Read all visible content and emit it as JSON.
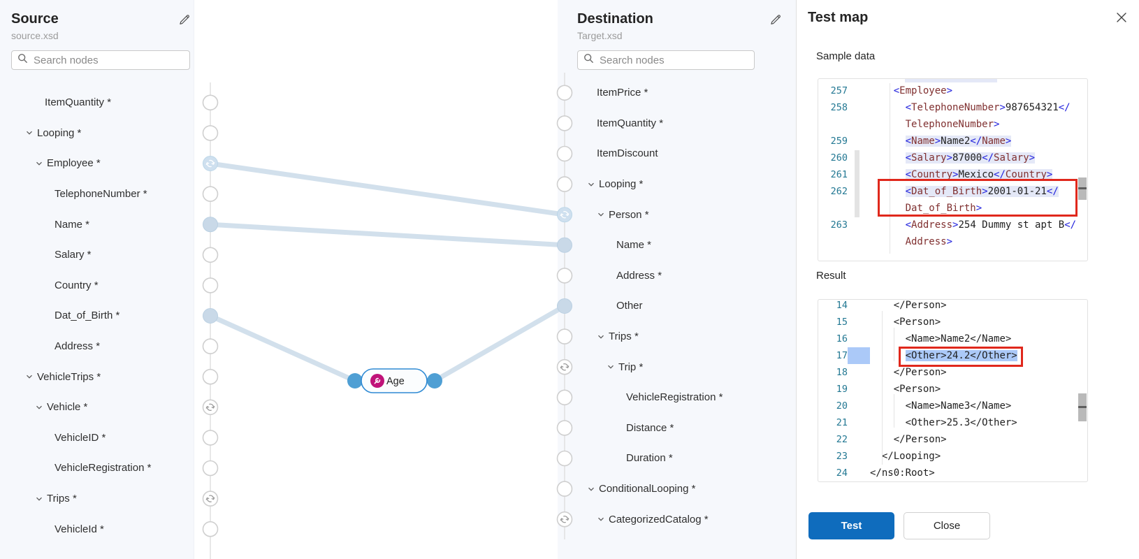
{
  "source_panel": {
    "title": "Source",
    "subtitle": "source.xsd",
    "search_placeholder": "Search nodes",
    "nodes": [
      {
        "label": "ItemQuantity *",
        "indent": 2,
        "chevron": false,
        "dot": "empty"
      },
      {
        "label": "Looping *",
        "indent": 1,
        "chevron": true,
        "dot": "empty"
      },
      {
        "label": "Employee *",
        "indent": 2,
        "chevron": true,
        "dot": "loop-active"
      },
      {
        "label": "TelephoneNumber *",
        "indent": 3,
        "chevron": false,
        "dot": "empty"
      },
      {
        "label": "Name *",
        "indent": 3,
        "chevron": false,
        "dot": "filled"
      },
      {
        "label": "Salary *",
        "indent": 3,
        "chevron": false,
        "dot": "empty"
      },
      {
        "label": "Country *",
        "indent": 3,
        "chevron": false,
        "dot": "empty"
      },
      {
        "label": "Dat_of_Birth *",
        "indent": 3,
        "chevron": false,
        "dot": "filled"
      },
      {
        "label": "Address *",
        "indent": 3,
        "chevron": false,
        "dot": "empty"
      },
      {
        "label": "VehicleTrips *",
        "indent": 1,
        "chevron": true,
        "dot": "empty"
      },
      {
        "label": "Vehicle *",
        "indent": 2,
        "chevron": true,
        "dot": "loop"
      },
      {
        "label": "VehicleID *",
        "indent": 3,
        "chevron": false,
        "dot": "empty"
      },
      {
        "label": "VehicleRegistration *",
        "indent": 3,
        "chevron": false,
        "dot": "empty"
      },
      {
        "label": "Trips *",
        "indent": 2,
        "chevron": true,
        "dot": "loop"
      },
      {
        "label": "VehicleId *",
        "indent": 3,
        "chevron": false,
        "dot": "empty"
      }
    ]
  },
  "destination_panel": {
    "title": "Destination",
    "subtitle": "Target.xsd",
    "search_placeholder": "Search nodes",
    "nodes": [
      {
        "label": "ItemPrice *",
        "indent": 1,
        "chevron": false,
        "dot": "empty"
      },
      {
        "label": "ItemQuantity *",
        "indent": 1,
        "chevron": false,
        "dot": "empty"
      },
      {
        "label": "ItemDiscount",
        "indent": 1,
        "chevron": false,
        "dot": "empty"
      },
      {
        "label": "Looping *",
        "indent": 1,
        "chevron": true,
        "dot": "empty"
      },
      {
        "label": "Person *",
        "indent": 2,
        "chevron": true,
        "dot": "loop-active"
      },
      {
        "label": "Name *",
        "indent": 3,
        "chevron": false,
        "dot": "filled"
      },
      {
        "label": "Address *",
        "indent": 3,
        "chevron": false,
        "dot": "empty"
      },
      {
        "label": "Other",
        "indent": 3,
        "chevron": false,
        "dot": "filled"
      },
      {
        "label": "Trips *",
        "indent": 2,
        "chevron": true,
        "dot": "empty"
      },
      {
        "label": "Trip *",
        "indent": 3,
        "chevron": true,
        "dot": "loop"
      },
      {
        "label": "VehicleRegistration *",
        "indent": 4,
        "chevron": false,
        "dot": "empty"
      },
      {
        "label": "Distance *",
        "indent": 4,
        "chevron": false,
        "dot": "empty"
      },
      {
        "label": "Duration *",
        "indent": 4,
        "chevron": false,
        "dot": "empty"
      },
      {
        "label": "ConditionalLooping *",
        "indent": 1,
        "chevron": true,
        "dot": "empty"
      },
      {
        "label": "CategorizedCatalog *",
        "indent": 2,
        "chevron": true,
        "dot": "loop"
      }
    ]
  },
  "canvas": {
    "function_node": {
      "label": "Age",
      "icon": "wrench-icon"
    },
    "connections": [
      {
        "from": "Employee *",
        "to": "Person *",
        "via": null
      },
      {
        "from": "Name *",
        "to": "Name *",
        "via": null
      },
      {
        "from": "Dat_of_Birth *",
        "to": "Other",
        "via": "Age"
      }
    ]
  },
  "test_panel": {
    "title": "Test map",
    "sample_label": "Sample data",
    "result_label": "Result",
    "test_button": "Test",
    "close_button": "Close",
    "sample_rows": [
      {
        "clipped": true
      },
      {
        "n": "257",
        "ind": 4,
        "segs": [
          [
            "<",
            "cd"
          ],
          [
            "Employee",
            "ct"
          ],
          [
            ">",
            "cd"
          ]
        ]
      },
      {
        "n": "258",
        "ind": 6,
        "segs": [
          [
            "<",
            "cd"
          ],
          [
            "TelephoneNumber",
            "ct"
          ],
          [
            ">",
            "cd"
          ],
          [
            "987654321",
            "cv"
          ],
          [
            "</",
            "cd"
          ]
        ]
      },
      {
        "n": "",
        "ind": 6,
        "segs": [
          [
            "TelephoneNumber",
            "ct"
          ],
          [
            ">",
            "cd"
          ]
        ]
      },
      {
        "n": "259",
        "ind": 6,
        "hl": true,
        "segs": [
          [
            "<",
            "cd"
          ],
          [
            "Name",
            "ct"
          ],
          [
            ">",
            "cd"
          ],
          [
            "Name2",
            "cv"
          ],
          [
            "</",
            "cd"
          ],
          [
            "Name",
            "ct"
          ],
          [
            ">",
            "cd"
          ]
        ]
      },
      {
        "n": "260",
        "ind": 6,
        "hl": true,
        "segs": [
          [
            "<",
            "cd"
          ],
          [
            "Salary",
            "ct"
          ],
          [
            ">",
            "cd"
          ],
          [
            "87000",
            "cv"
          ],
          [
            "</",
            "cd"
          ],
          [
            "Salary",
            "ct"
          ],
          [
            ">",
            "cd"
          ]
        ]
      },
      {
        "n": "261",
        "ind": 6,
        "hl": true,
        "segs": [
          [
            "<",
            "cd"
          ],
          [
            "Country",
            "ct"
          ],
          [
            ">",
            "cd"
          ],
          [
            "Mexico",
            "cv"
          ],
          [
            "</",
            "cd"
          ],
          [
            "Country",
            "ct"
          ],
          [
            ">",
            "cd"
          ]
        ]
      },
      {
        "n": "262",
        "ind": 6,
        "hl": true,
        "segs": [
          [
            "<",
            "cd"
          ],
          [
            "Dat_of_Birth",
            "ct"
          ],
          [
            ">",
            "cd"
          ],
          [
            "2001-01-21",
            "cv"
          ],
          [
            "</",
            "cd"
          ]
        ]
      },
      {
        "n": "",
        "ind": 6,
        "segs": [
          [
            "Dat_of_Birth",
            "ct"
          ],
          [
            ">",
            "cd"
          ]
        ]
      },
      {
        "n": "263",
        "ind": 6,
        "segs": [
          [
            "<",
            "cd"
          ],
          [
            "Address",
            "ct"
          ],
          [
            ">",
            "cd"
          ],
          [
            "254 Dummy st apt B",
            "cv"
          ],
          [
            "</",
            "cd"
          ]
        ]
      },
      {
        "n": "",
        "ind": 6,
        "segs": [
          [
            "Address",
            "ct"
          ],
          [
            ">",
            "cd"
          ]
        ]
      }
    ],
    "result_rows": [
      {
        "n": "14",
        "ind": 4,
        "segs": [
          [
            "</Person>",
            "cp"
          ]
        ]
      },
      {
        "n": "15",
        "ind": 4,
        "segs": [
          [
            "<Person>",
            "cp"
          ]
        ]
      },
      {
        "n": "16",
        "ind": 6,
        "segs": [
          [
            "<Name>Name2</Name>",
            "cp"
          ]
        ]
      },
      {
        "n": "17",
        "ind": 6,
        "sel": true,
        "segs": [
          [
            "<Other>24.2</Other>",
            "cp"
          ]
        ]
      },
      {
        "n": "18",
        "ind": 4,
        "segs": [
          [
            "</Person>",
            "cp"
          ]
        ]
      },
      {
        "n": "19",
        "ind": 4,
        "segs": [
          [
            "<Person>",
            "cp"
          ]
        ]
      },
      {
        "n": "20",
        "ind": 6,
        "segs": [
          [
            "<Name>Name3</Name>",
            "cp"
          ]
        ]
      },
      {
        "n": "21",
        "ind": 6,
        "segs": [
          [
            "<Other>25.3</Other>",
            "cp"
          ]
        ]
      },
      {
        "n": "22",
        "ind": 4,
        "segs": [
          [
            "</Person>",
            "cp"
          ]
        ]
      },
      {
        "n": "23",
        "ind": 2,
        "segs": [
          [
            "</Looping>",
            "cp"
          ]
        ]
      },
      {
        "n": "24",
        "ind": 0,
        "segs": [
          [
            "</ns0:Root>",
            "cp"
          ]
        ]
      }
    ]
  },
  "colors": {
    "primary_button": "#0f6cbd",
    "connection_line": "#d2e0ec",
    "function_icon_circle": "#c01379",
    "annotation_red": "#e0281c",
    "result_selection": "#abc9f8",
    "sample_highlight": "#e4e8f7",
    "line_number": "#237893"
  }
}
